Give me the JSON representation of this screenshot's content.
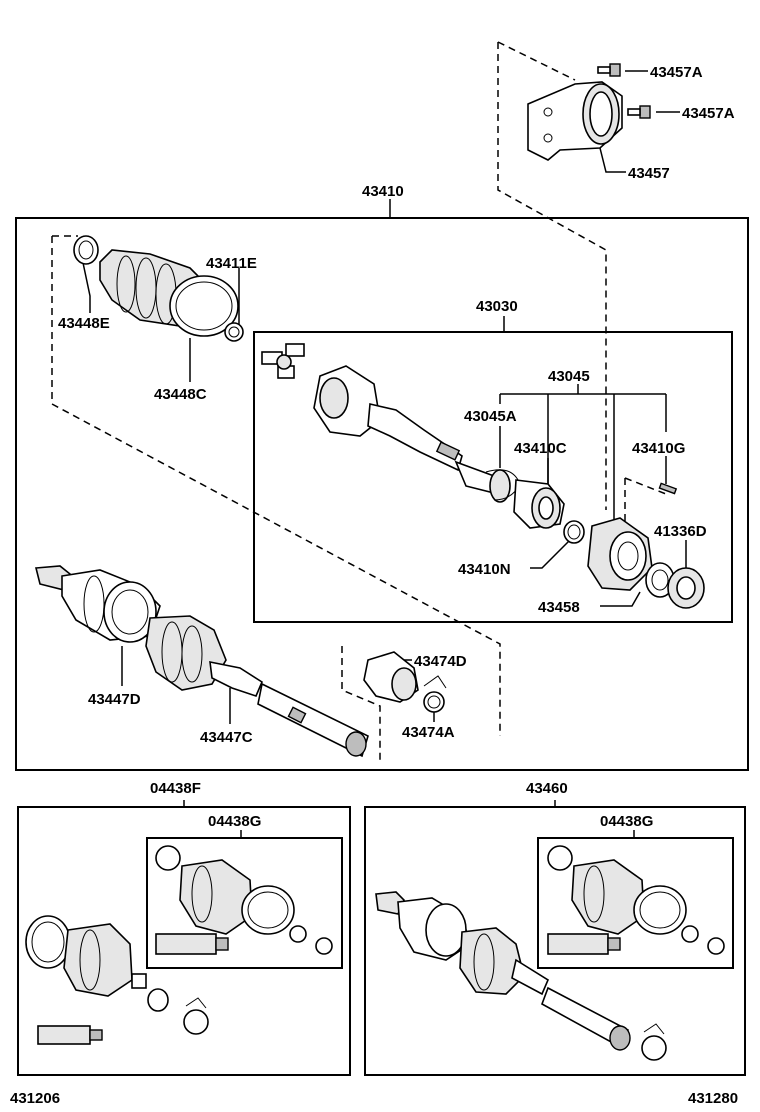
{
  "labels": {
    "p43457A_1": "43457A",
    "p43457A_2": "43457A",
    "p43457": "43457",
    "p43410": "43410",
    "p43411E": "43411E",
    "p43448E": "43448E",
    "p43448C": "43448C",
    "p43030": "43030",
    "p43045": "43045",
    "p43045A": "43045A",
    "p43410C": "43410C",
    "p43410G": "43410G",
    "p41336D": "41336D",
    "p43410N": "43410N",
    "p43458": "43458",
    "p43474D": "43474D",
    "p43474A": "43474A",
    "p43447D": "43447D",
    "p43447C": "43447C",
    "p04438F": "04438F",
    "p04438G_left": "04438G",
    "p43460": "43460",
    "p04438G_right": "04438G",
    "code_left": "431206",
    "code_right": "431280"
  }
}
